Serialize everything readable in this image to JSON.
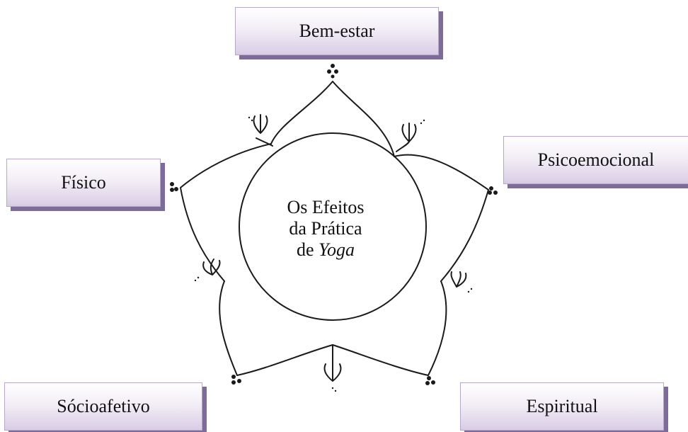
{
  "center": {
    "line1": "Os Efeitos",
    "line2": "da Prática",
    "line3_prefix": "de ",
    "line3_italic": "Yoga"
  },
  "boxes": {
    "bem_estar": "Bem-estar",
    "psicoemocional": "Psicoemocional",
    "fisico": "Físico",
    "socioafetivo": "Sócioafetivo",
    "espiritual": "Espiritual"
  },
  "colors": {
    "box_fill_top": "#ffffff",
    "box_fill_bottom": "#d9cde6",
    "box_shadow": "#7d6b99",
    "line": "#1a1a1a"
  }
}
